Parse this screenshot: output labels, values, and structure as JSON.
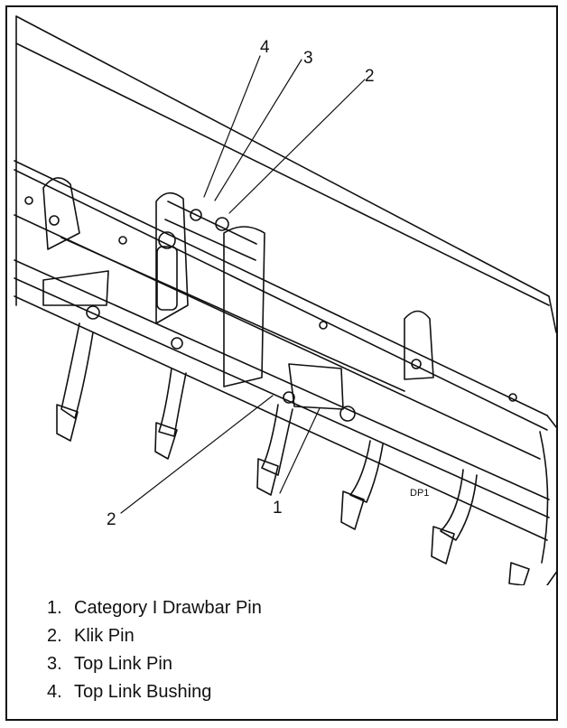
{
  "callouts": {
    "top_4": "4",
    "top_3": "3",
    "top_2": "2",
    "bottom_2": "2",
    "bottom_1": "1"
  },
  "drawing_tag": "DP1",
  "legend": [
    {
      "number": "1.",
      "label": "Category I Drawbar Pin"
    },
    {
      "number": "2.",
      "label": "Klik Pin"
    },
    {
      "number": "3.",
      "label": "Top Link Pin"
    },
    {
      "number": "4.",
      "label": "Top Link Bushing"
    }
  ]
}
